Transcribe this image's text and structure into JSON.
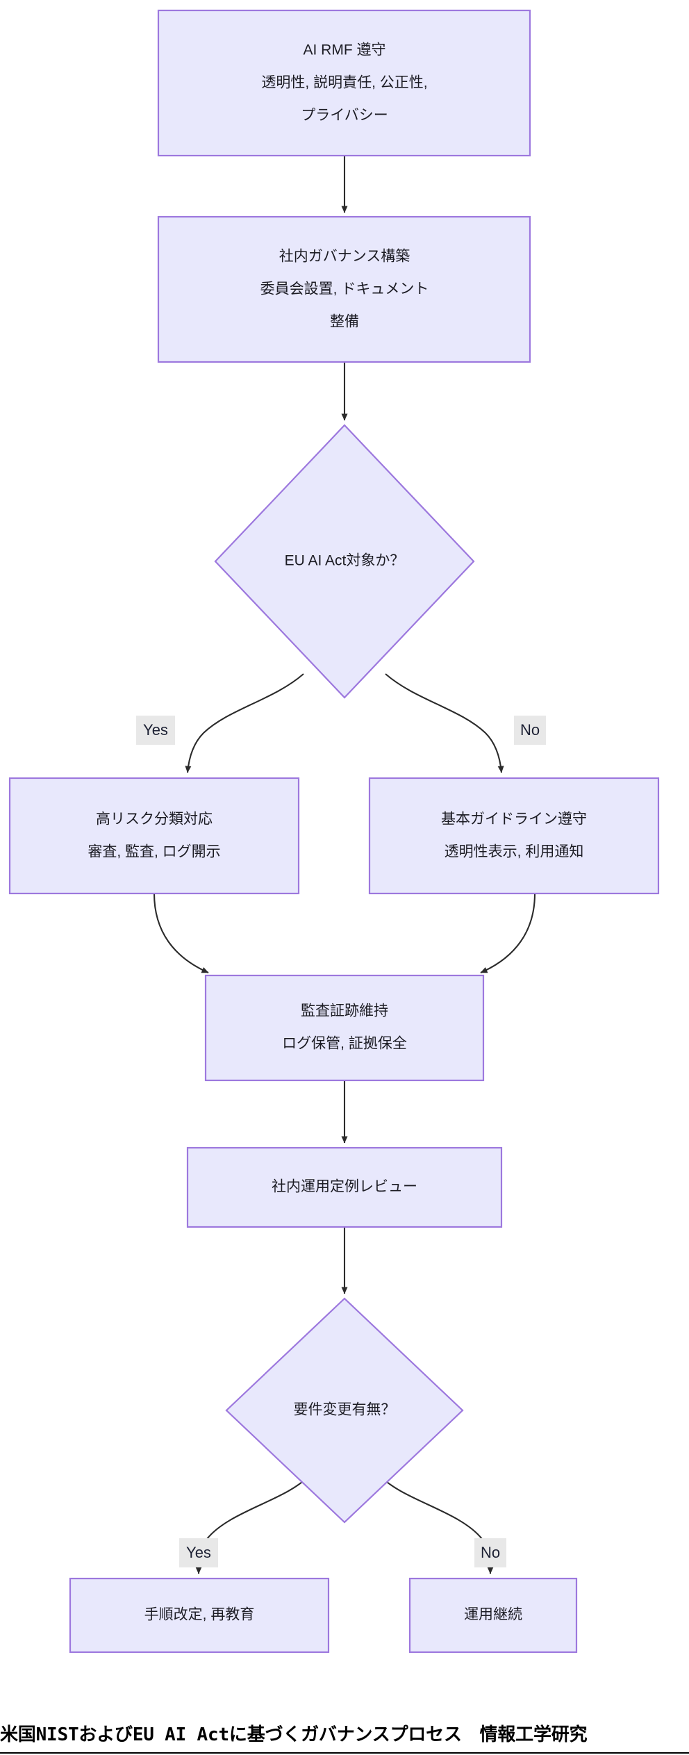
{
  "diagram": {
    "type": "flowchart",
    "direction": "top-to-bottom",
    "theme": {
      "node_fill": "#e8e8fc",
      "node_border": "#9d78de",
      "edge_color": "#2b2b2b",
      "edge_label_bg": "#e8e8e8",
      "text_color": "#1c1c24",
      "page_bg": "#ffffff"
    },
    "nodes": [
      {
        "id": "n1",
        "shape": "rect",
        "lines": [
          "AI RMF 遵守",
          "透明性, 説明責任, 公正性,",
          "プライバシー"
        ]
      },
      {
        "id": "n2",
        "shape": "rect",
        "lines": [
          "社内ガバナンス構築",
          "委員会設置, ドキュメント",
          "整備"
        ]
      },
      {
        "id": "n3",
        "shape": "diamond",
        "lines": [
          "EU AI Act対象か？"
        ]
      },
      {
        "id": "n4",
        "shape": "rect",
        "lines": [
          "高リスク分類対応",
          "審査, 監査, ログ開示"
        ]
      },
      {
        "id": "n5",
        "shape": "rect",
        "lines": [
          "基本ガイドライン遵守",
          "透明性表示, 利用通知"
        ]
      },
      {
        "id": "n6",
        "shape": "rect",
        "lines": [
          "監査証跡維持",
          "ログ保管, 証拠保全"
        ]
      },
      {
        "id": "n7",
        "shape": "rect",
        "lines": [
          "社内運用定例レビュー"
        ]
      },
      {
        "id": "n8",
        "shape": "diamond",
        "lines": [
          "要件変更有無？"
        ]
      },
      {
        "id": "n9",
        "shape": "rect",
        "lines": [
          "手順改定, 再教育"
        ]
      },
      {
        "id": "n10",
        "shape": "rect",
        "lines": [
          "運用継続"
        ]
      }
    ],
    "edges": [
      {
        "id": "e1",
        "from": "n1",
        "to": "n2",
        "label": ""
      },
      {
        "id": "e2",
        "from": "n2",
        "to": "n3",
        "label": ""
      },
      {
        "id": "e3",
        "from": "n3",
        "to": "n4",
        "label": "Yes"
      },
      {
        "id": "e4",
        "from": "n3",
        "to": "n5",
        "label": "No"
      },
      {
        "id": "e5",
        "from": "n4",
        "to": "n6",
        "label": ""
      },
      {
        "id": "e6",
        "from": "n5",
        "to": "n6",
        "label": ""
      },
      {
        "id": "e7",
        "from": "n6",
        "to": "n7",
        "label": ""
      },
      {
        "id": "e8",
        "from": "n7",
        "to": "n8",
        "label": ""
      },
      {
        "id": "e9",
        "from": "n8",
        "to": "n9",
        "label": "Yes"
      },
      {
        "id": "e10",
        "from": "n8",
        "to": "n10",
        "label": "No"
      }
    ]
  },
  "caption": {
    "text": "米国NISTおよびEU AI Actに基づくガバナンスプロセス　情報工学研究"
  }
}
